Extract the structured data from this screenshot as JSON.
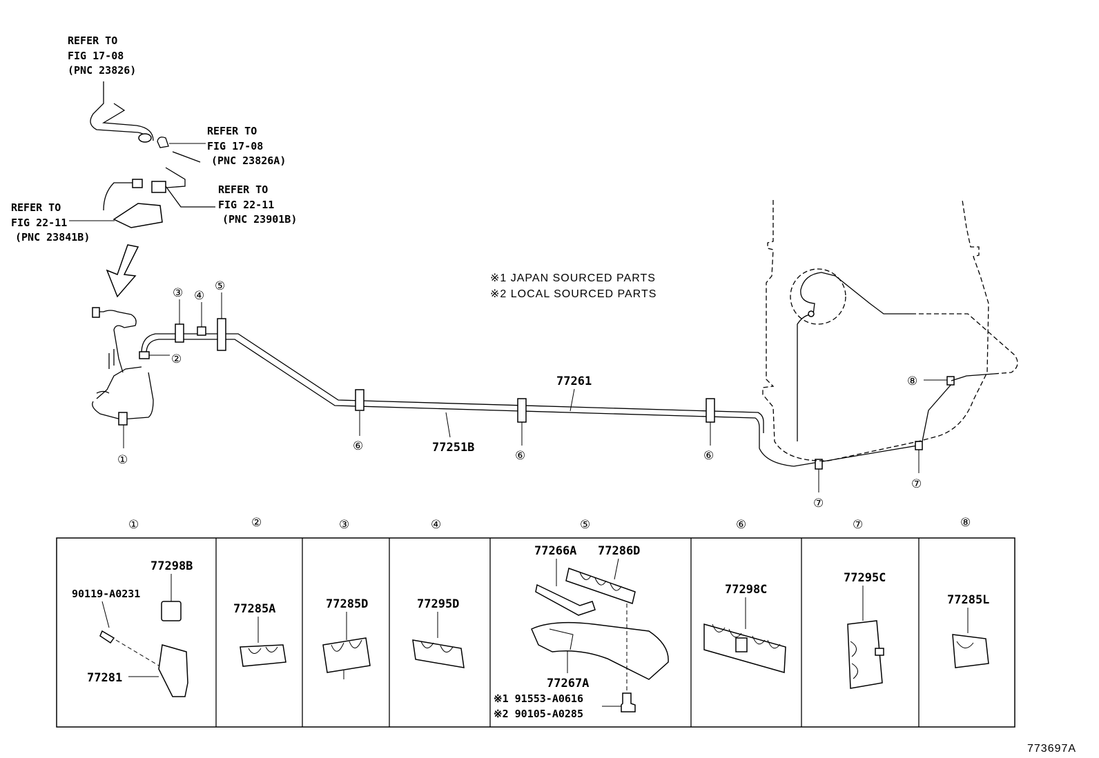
{
  "refer_notes": [
    {
      "line1": "REFER TO",
      "line2": "FIG 17-08",
      "line3": "(PNC 23826)"
    },
    {
      "line1": "REFER TO",
      "line2": "FIG 17-08",
      "line3": "(PNC 23826A)"
    },
    {
      "line1": "REFER TO",
      "line2": "FIG 22-11",
      "line3": "(PNC 23901B)"
    },
    {
      "line1": "REFER TO",
      "line2": "FIG 22-11",
      "line3": "(PNC 23841B)"
    }
  ],
  "legend": {
    "japan": "※1 JAPAN SOURCED PARTS",
    "local": "※2 LOCAL SOURCED PARTS"
  },
  "main_parts": {
    "tube_upper": "77261",
    "tube_lower": "77251B"
  },
  "callouts": [
    "①",
    "②",
    "③",
    "④",
    "⑤",
    "⑥",
    "⑥",
    "⑥",
    "⑦",
    "⑦",
    "⑧"
  ],
  "table": {
    "headers": [
      "①",
      "②",
      "③",
      "④",
      "⑤",
      "⑥",
      "⑦",
      "⑧"
    ],
    "cells": [
      {
        "parts": [
          "77298B",
          "90119-A0231",
          "77281"
        ]
      },
      {
        "parts": [
          "77285A"
        ]
      },
      {
        "parts": [
          "77285D"
        ]
      },
      {
        "parts": [
          "77295D"
        ]
      },
      {
        "parts": [
          "77266A",
          "77286D",
          "77267A",
          "※1 91553-A0616",
          "※2 90105-A0285"
        ]
      },
      {
        "parts": [
          "77298C"
        ]
      },
      {
        "parts": [
          "77295C"
        ]
      },
      {
        "parts": [
          "77285L"
        ]
      }
    ]
  },
  "figure_id": "773697A"
}
